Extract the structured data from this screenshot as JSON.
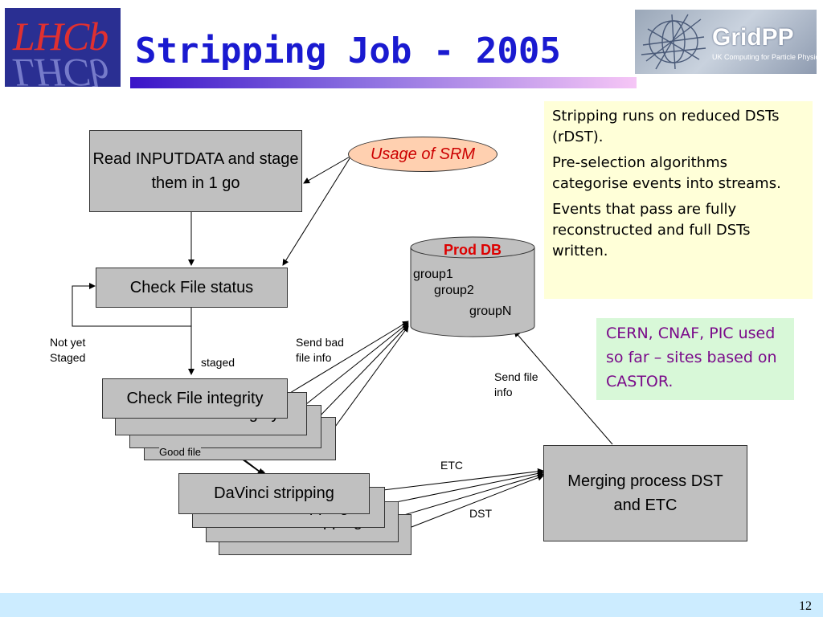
{
  "slide": {
    "title": "Stripping Job - 2005",
    "page_number": "12",
    "logos": {
      "lhcb": "LHCb",
      "gridpp": "GridPP",
      "gridpp_sub": "UK Computing for Particle Physics"
    }
  },
  "diagram": {
    "read_box": "Read INPUTDATA and stage them in 1 go",
    "usage_srm": "Usage of SRM",
    "check_status": "Check File status",
    "not_yet_staged": "Not yet Staged",
    "staged": "staged",
    "check_integrity": "Check File integrity",
    "good_file": "Good file",
    "send_bad_file_info": "Send bad file info",
    "prod_db": {
      "title": "Prod DB",
      "groups": [
        "group1",
        "group2",
        "groupN"
      ]
    },
    "send_file_info": "Send file info",
    "davinci": "DaVinci stripping",
    "etc": "ETC",
    "dst": "DST",
    "merging": "Merging process DST and ETC"
  },
  "notes": {
    "stripping": [
      "Stripping runs on reduced DSTs (rDST).",
      "Pre-selection algorithms categorise events into streams.",
      "Events that pass are fully reconstructed and full DSTs written."
    ],
    "sites": "CERN, CNAF, PIC used so far – sites based on CASTOR."
  }
}
